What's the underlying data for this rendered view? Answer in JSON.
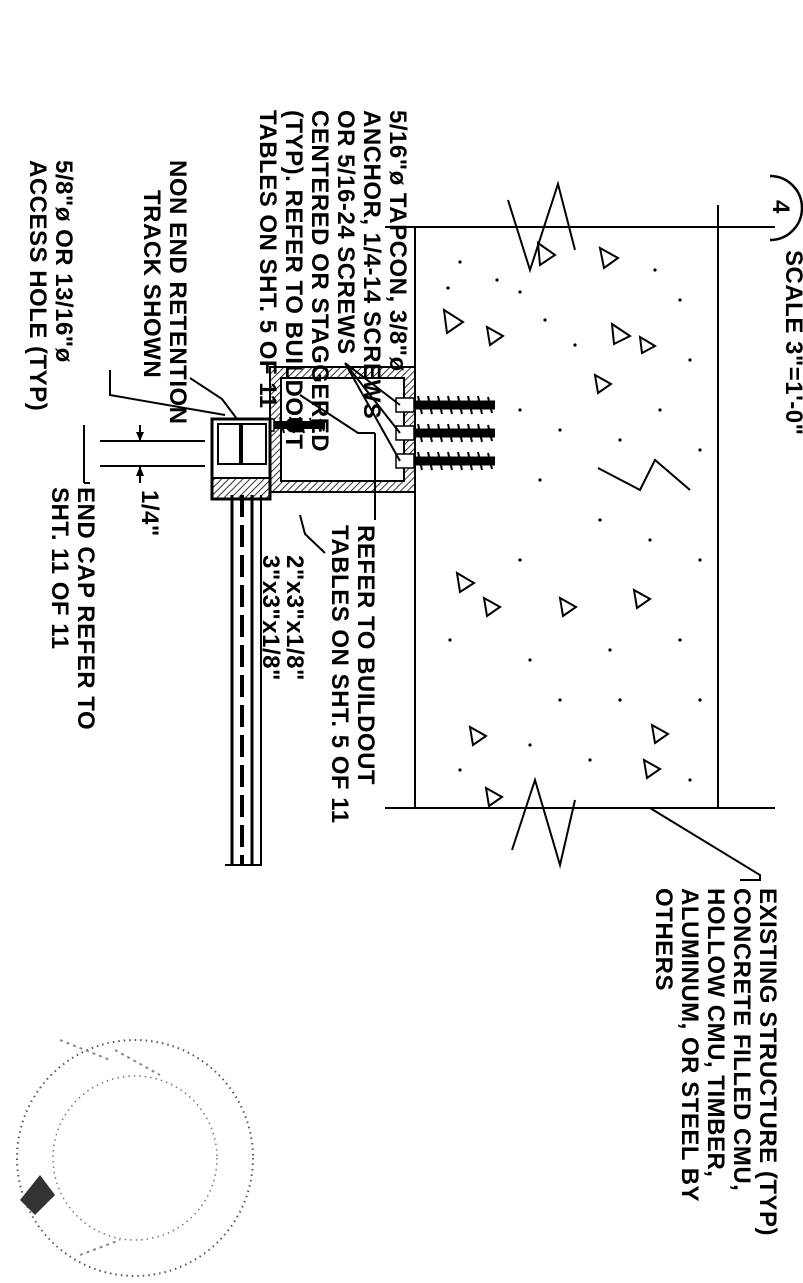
{
  "detail": {
    "number": "4",
    "scale": "SCALE 3\"=1'-0\""
  },
  "notes": {
    "anchor": [
      "5/16\"ø TAPCON, 3/8\"ø",
      "ANCHOR, 1/4-14 SCREWS",
      "OR 5/16-24 SCREWS",
      "CENTERED OR STAGGERED",
      "(TYP). REFER TO BUILDOUT",
      "TABLES ON SHT. 5 OF 11"
    ],
    "track": [
      "NON END RETENTION",
      "TRACK SHOWN"
    ],
    "hole": [
      "5/8\"ø OR 13/16\"ø",
      "ACCESS HOLE (TYP)"
    ],
    "buildout_ref": [
      "REFER TO BUILDOUT",
      "TABLES ON SHT. 5 OF 11"
    ],
    "tube": [
      "2\"x3\"x1/8\"",
      "3\"x3\"x1/8\""
    ],
    "endcap": [
      "END CAP REFER TO",
      "SHT. 11 OF 11"
    ],
    "dimension": "1/4\"",
    "structure": [
      "EXISTING STRUCTURE (TYP)",
      "CONCRETE FILLED CMU,",
      "HOLLOW CMU, TIMBER,",
      "ALUMINUM, OR STEEL BY",
      "OTHERS"
    ]
  }
}
